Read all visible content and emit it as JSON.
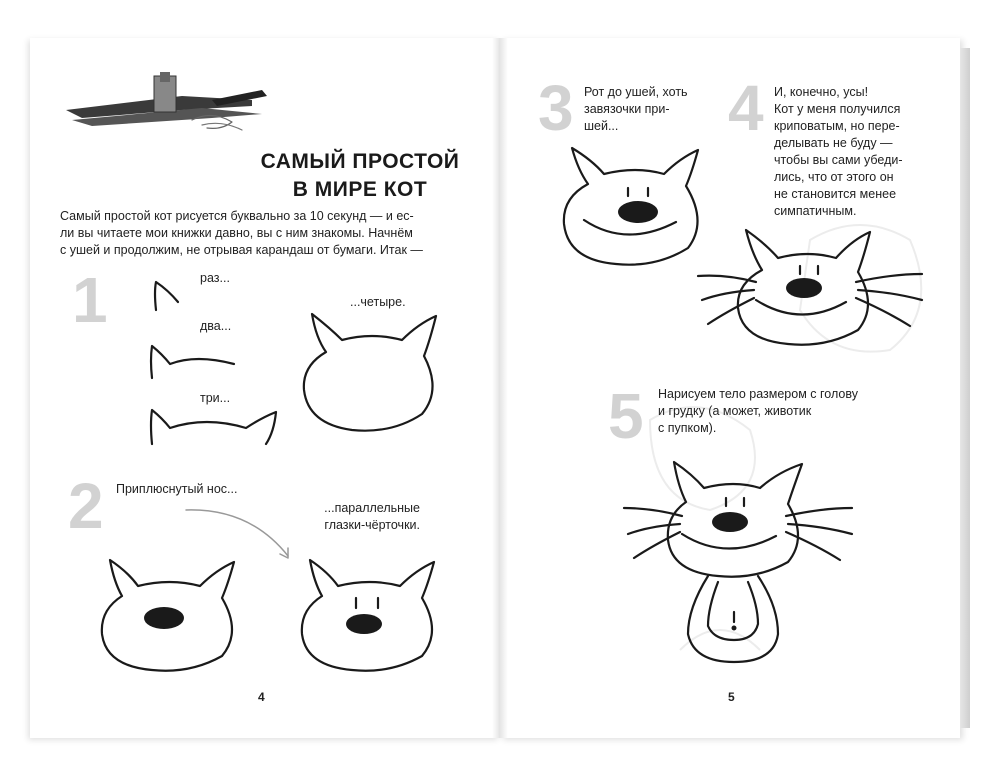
{
  "left_page": {
    "title_line1": "САМЫЙ ПРОСТОЙ",
    "title_line2": "В МИРЕ КОТ",
    "intro_line1": "Самый простой кот рисуется буквально за 10 секунд — и ес-",
    "intro_line2": "ли вы читаете мои книжки давно, вы с ним знакомы. Начнём",
    "intro_line3": "с ушей и продолжим, не отрывая карандаш от бумаги. Итак —",
    "step1_number": "1",
    "step1_labels": [
      "раз...",
      "два...",
      "три...",
      "...четыре."
    ],
    "step2_number": "2",
    "step2_label_nose": "Приплюснутый нос...",
    "step2_label_eyes_line1": "...параллельные",
    "step2_label_eyes_line2": "глазки-чёрточки.",
    "page_number": "4"
  },
  "right_page": {
    "step3_number": "3",
    "step3_line1": "Рот до ушей, хоть",
    "step3_line2": "завязочки при-",
    "step3_line3": "шей...",
    "step4_number": "4",
    "step4_lines": [
      "И, конечно, усы!",
      "Кот у меня получился",
      "криповатым, но пере-",
      "делывать не буду —",
      "чтобы вы сами убеди-",
      "лись, что от этого он",
      "не становится менее",
      "симпатичным."
    ],
    "step5_number": "5",
    "step5_line1": "Нарисуем тело размером с голову",
    "step5_line2": "и грудку (а может, животик",
    "step5_line3": "с пупком).",
    "page_number": "5"
  },
  "icons": [
    "pencils-illustration",
    "cat-drawing"
  ],
  "colors": {
    "ink": "#1a1a1a",
    "step_number": "#d2d2d2",
    "paper": "#ffffff"
  }
}
